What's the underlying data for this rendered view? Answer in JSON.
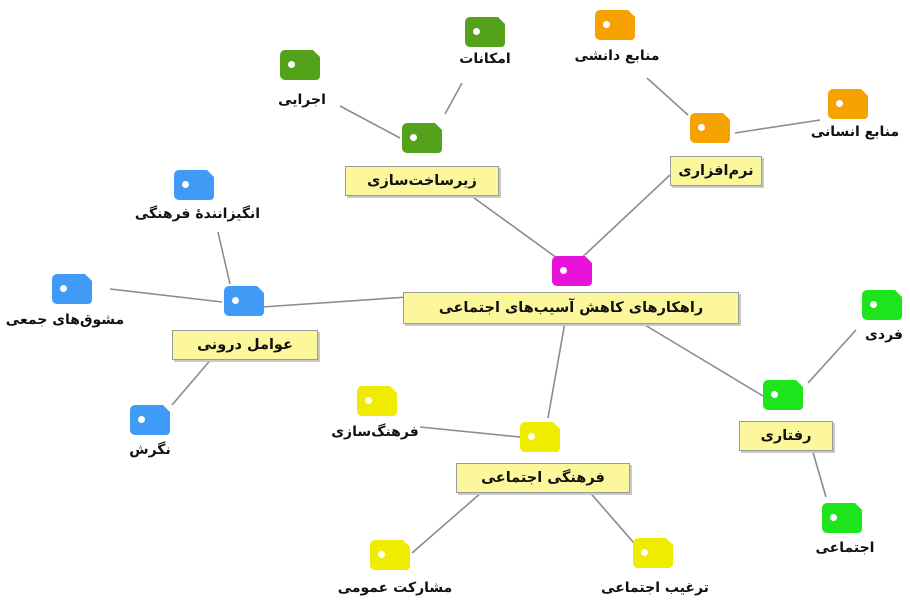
{
  "colors": {
    "center": "#e812d8",
    "infrastructure": "#54a21a",
    "software": "#f6a200",
    "internal": "#3f9bf5",
    "social_culture": "#f0ec00",
    "behavioral": "#1ee41e",
    "box_fill": "#fbf79a"
  },
  "center": {
    "label": "راهکارهای کاهش آسیب‌های اجتماعی",
    "icon": "tag-icon"
  },
  "branches": {
    "infrastructure": {
      "label": "زیرساخت‌سازی",
      "leaves": {
        "executive": "اجرایی",
        "facilities": "امکانات"
      }
    },
    "software": {
      "label": "نرم‌افزاری",
      "leaves": {
        "knowledge": "منابع دانشی",
        "human": "منابع انسانی"
      }
    },
    "internal": {
      "label": "عوامل درونی",
      "leaves": {
        "cultural_motivator": "انگیزانندۀ فرهنگی",
        "collective": "مشوق‌های جمعی",
        "attitude": "نگرش"
      }
    },
    "social_culture": {
      "label": "فرهنگی اجتماعی",
      "leaves": {
        "culture_making": "فرهنگ‌سازی",
        "participation": "مشارکت عمومی",
        "encouragement": "ترغیب اجتماعی"
      }
    },
    "behavioral": {
      "label": "رفتاری",
      "leaves": {
        "individual": "فردی",
        "social": "اجتماعی"
      }
    }
  }
}
